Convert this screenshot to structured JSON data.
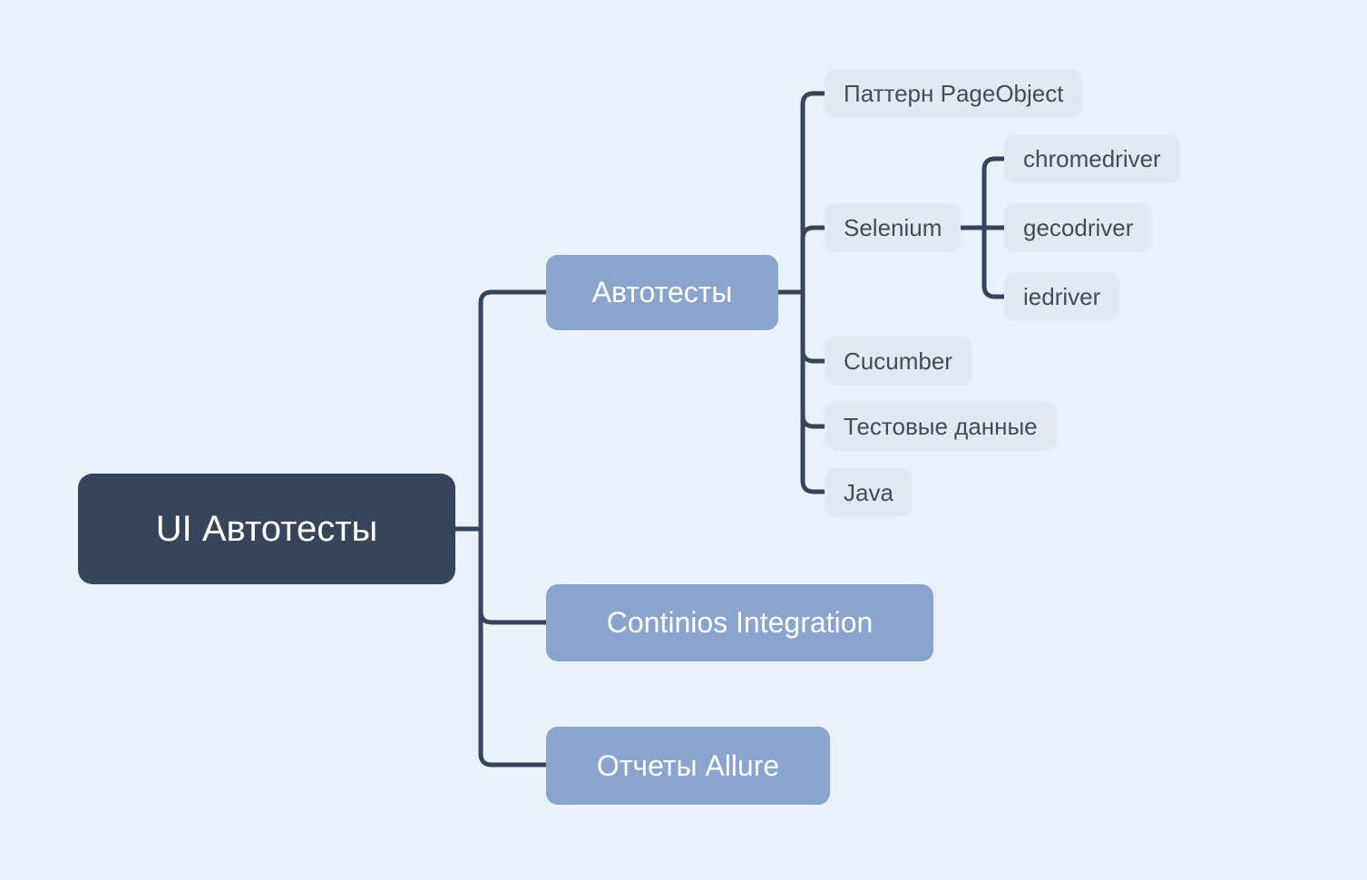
{
  "mindmap": {
    "root": {
      "label": "UI Автотесты"
    },
    "children": [
      {
        "label": "Автотесты",
        "children": [
          {
            "label": "Паттерн PageObject"
          },
          {
            "label": "Selenium",
            "children": [
              {
                "label": "chromedriver"
              },
              {
                "label": "gecodriver"
              },
              {
                "label": "iedriver"
              }
            ]
          },
          {
            "label": "Cucumber"
          },
          {
            "label": "Тестовые данные"
          },
          {
            "label": "Java"
          }
        ]
      },
      {
        "label": "Continios Integration"
      },
      {
        "label": "Отчеты Allure"
      }
    ]
  },
  "colors": {
    "background": "#ebf1f9",
    "root_fill": "#36455c",
    "root_text": "#ffffff",
    "branch_fill": "#8aa4ce",
    "branch_text": "#ffffff",
    "leaf_fill": "#e4e9f1",
    "leaf_text": "#3e4c62",
    "connector": "#36455c"
  }
}
